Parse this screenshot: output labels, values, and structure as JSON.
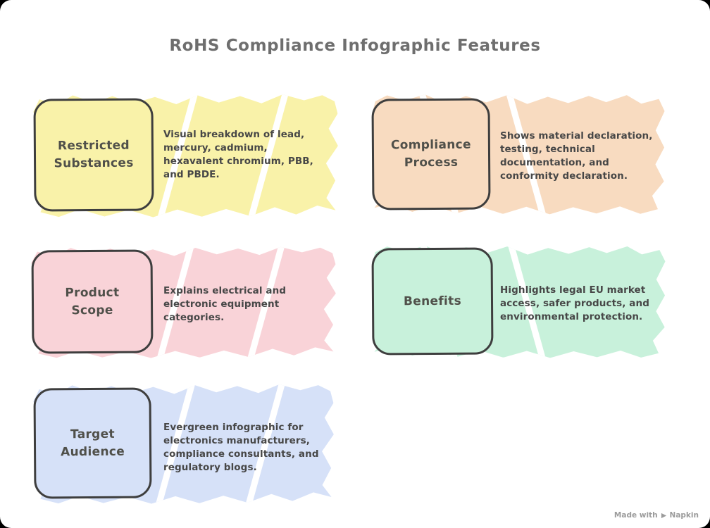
{
  "page": {
    "title": "RoHS Compliance Infographic Features"
  },
  "watermark": {
    "prefix": "Made with",
    "brand": "Napkin"
  },
  "colors": {
    "canvas_background": "#ffffff",
    "outer_background": "#000000",
    "box_border": "#3e3e3e",
    "title_text": "#6e6e6e",
    "card_title_text": "#50504a",
    "description_text": "#474747",
    "watermark_text": "#9b9b9b"
  },
  "cards": [
    {
      "id": "restricted-substances",
      "title": "Restricted Substances",
      "description": "Visual breakdown of lead, mercury, cadmium, hexavalent chromium, PBB, and PBDE.",
      "color": "#F9F2A9"
    },
    {
      "id": "compliance-process",
      "title": "Compliance Process",
      "description": "Shows material declaration, testing, technical documentation, and conformity declaration.",
      "color": "#F8DBC0"
    },
    {
      "id": "product-scope",
      "title": "Product Scope",
      "description": "Explains electrical and electronic equipment categories.",
      "color": "#F9D3D8"
    },
    {
      "id": "benefits",
      "title": "Benefits",
      "description": "Highlights legal EU market access, safer products, and environmental protection.",
      "color": "#C8F1DB"
    },
    {
      "id": "target-audience",
      "title": "Target Audience",
      "description": "Evergreen infographic for electronics manufacturers, compliance consultants, and regulatory blogs.",
      "color": "#D6E1F8"
    }
  ]
}
